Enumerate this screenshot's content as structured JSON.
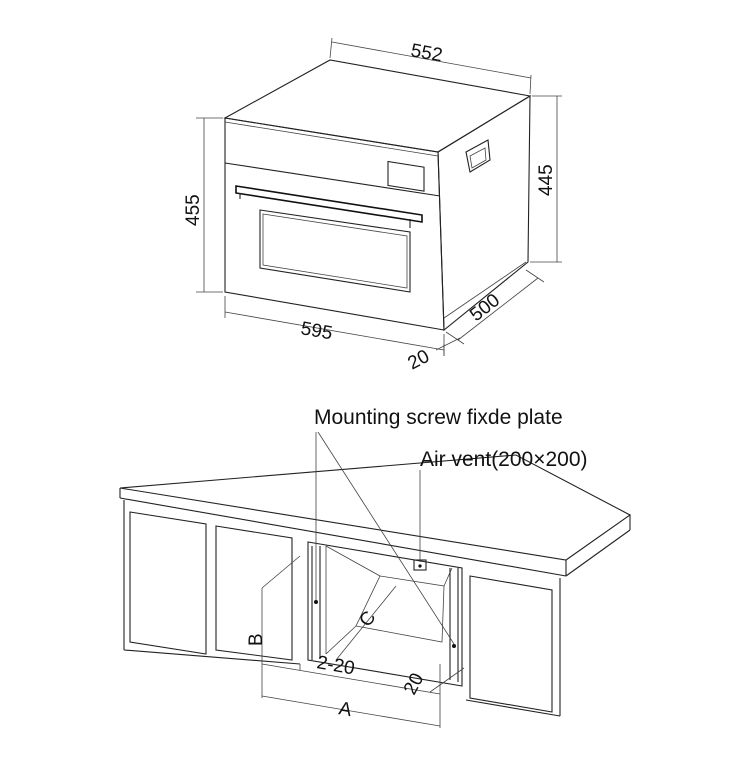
{
  "oven_drawing": {
    "width_top": "552",
    "height_right": "445",
    "height_left": "455",
    "width_front": "595",
    "depth": "500",
    "offset": "20"
  },
  "cabinet_drawing": {
    "mounting_label": "Mounting screw fixde plate",
    "airvent_label": "Air vent(200×200)",
    "dim_b": "B",
    "dim_c": "C",
    "dim_a": "A",
    "dim_2_20": "2-20",
    "dim_20": "20"
  }
}
